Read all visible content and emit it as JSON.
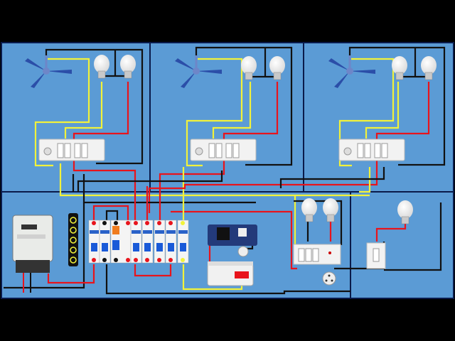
{
  "diagram": {
    "type": "house-wiring-diagram",
    "colors": {
      "background": "#000000",
      "wall": "#5b9bd5",
      "phase_wire": "#e8141c",
      "neutral_wire": "#111111",
      "switch_wire": "#f2f23a",
      "room_border": "#0a1a4a"
    },
    "rooms": [
      {
        "name": "room-1",
        "fan": true,
        "bulbs": 2,
        "switchboard": true
      },
      {
        "name": "room-2",
        "fan": true,
        "bulbs": 2,
        "switchboard": true
      },
      {
        "name": "room-3",
        "fan": true,
        "bulbs": 2,
        "switchboard": true
      },
      {
        "name": "room-4",
        "fan": false,
        "bulbs": 2,
        "switchboard": true,
        "socket": true
      },
      {
        "name": "room-5",
        "fan": false,
        "bulbs": 1,
        "switchboard": true
      }
    ],
    "panel": {
      "energy_meter": true,
      "neutral_link_terminals": 5,
      "mcb_count": 7,
      "rccb": true,
      "inverter": true,
      "battery": true
    }
  }
}
